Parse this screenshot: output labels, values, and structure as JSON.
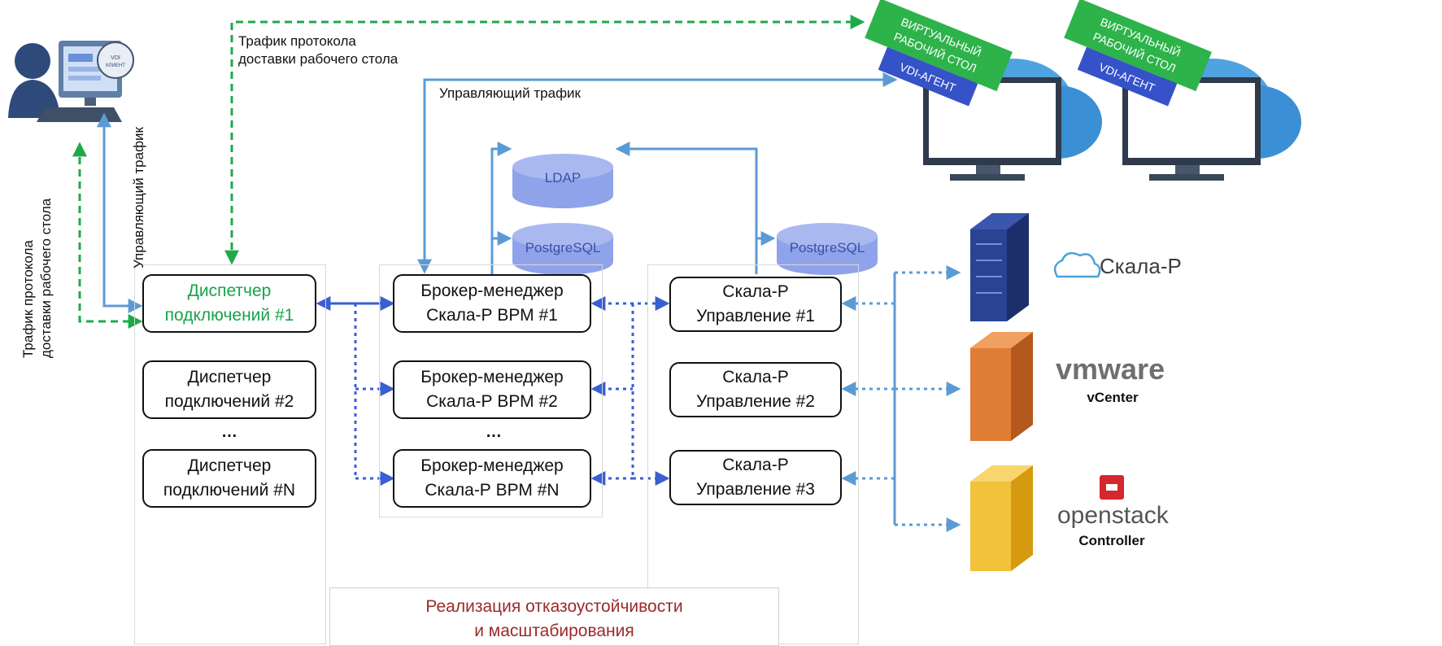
{
  "colors": {
    "green": "#1faa4a",
    "blue": "#5b9bd5",
    "dark_blue": "#3a5fd1",
    "db_fill": "#8fa3ea",
    "fail_text": "#9b2a2a"
  },
  "labels": {
    "desktop_traffic_top": [
      "Трафик протокола",
      "доставки рабочего стола"
    ],
    "control_traffic_top": "Управляющий трафик",
    "control_traffic_vertical": "Управляющий трафик",
    "desktop_traffic_vertical": [
      "Трафик протокола",
      "доставки рабочего стола"
    ]
  },
  "dispatchers": [
    [
      "Диспетчер",
      "подключений #1"
    ],
    [
      "Диспетчер",
      "подключений #2"
    ],
    [
      "Диспетчер",
      "подключений #N"
    ]
  ],
  "brokers": [
    [
      "Брокер-менеджер",
      "Скала-Р ВРМ #1"
    ],
    [
      "Брокер-менеджер",
      "Скала-Р ВРМ #2"
    ],
    [
      "Брокер-менеджер",
      "Скала-Р ВРМ #N"
    ]
  ],
  "managers": [
    [
      "Скала-Р",
      "Управление #1"
    ],
    [
      "Скала-Р",
      "Управление #2"
    ],
    [
      "Скала-Р",
      "Управление #3"
    ]
  ],
  "ellipsis": "…",
  "databases": {
    "ldap": "LDAP",
    "pg_broker": "PostgreSQL",
    "pg_manager": "PostgreSQL"
  },
  "fault_tolerance": [
    "Реализация отказоустойчивости",
    "и масштабирования"
  ],
  "client": {
    "badge": "VDI КЛИЕНТ"
  },
  "virtual_desktop": {
    "banner": [
      "ВИРТУАЛЬНЫЙ",
      "РАБОЧИЙ СТОЛ"
    ],
    "agent": "VDI-АГЕНТ"
  },
  "platforms": {
    "skala": "Скала-Р",
    "vmware_logo": "vmware",
    "vmware_sub": "vCenter",
    "openstack_logo": "openstack",
    "openstack_sub": "Controller"
  },
  "icons": [
    "user-icon",
    "computer-icon",
    "cloud-icon",
    "monitor-icon",
    "server-icon",
    "database-icon",
    "skala-cloud-icon",
    "openstack-icon"
  ]
}
